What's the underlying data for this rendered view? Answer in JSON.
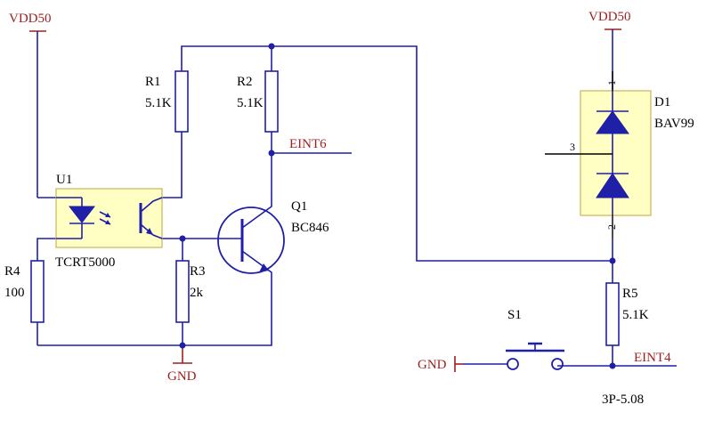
{
  "labels": {
    "vdd_left": "VDD50",
    "vdd_right": "VDD50",
    "gnd_bottom": "GND",
    "gnd_switch": "GND",
    "eint6": "EINT6",
    "eint4": "EINT4",
    "footer": "3P-5.08"
  },
  "components": {
    "u1": {
      "ref": "U1",
      "value": "TCRT5000"
    },
    "r1": {
      "ref": "R1",
      "value": "5.1K"
    },
    "r2": {
      "ref": "R2",
      "value": "5.1K"
    },
    "r3": {
      "ref": "R3",
      "value": "2k"
    },
    "r4": {
      "ref": "R4",
      "value": "100"
    },
    "r5": {
      "ref": "R5",
      "value": "5.1K"
    },
    "q1": {
      "ref": "Q1",
      "value": "BC846"
    },
    "d1": {
      "ref": "D1",
      "value": "BAV99",
      "pin1": "1",
      "pin2": "2",
      "pin3": "3"
    },
    "s1": {
      "ref": "S1"
    }
  },
  "colors": {
    "wire": "#1f1fa8",
    "power": "#9e1f1f",
    "component_body": "#ffffc4"
  }
}
